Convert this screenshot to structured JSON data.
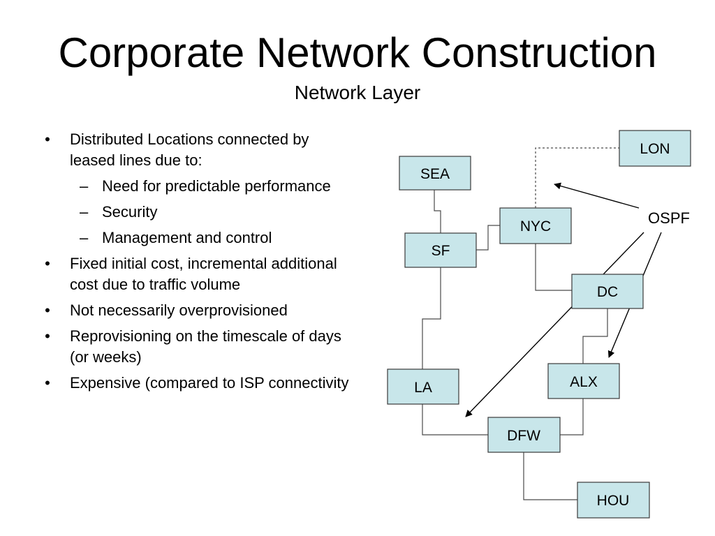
{
  "slide": {
    "title": "Corporate Network Construction",
    "subtitle": "Network Layer"
  },
  "bullets": [
    {
      "level": 1,
      "text": "Distributed Locations connected by leased lines due to:"
    },
    {
      "level": 2,
      "text": "Need for predictable performance"
    },
    {
      "level": 2,
      "text": "Security"
    },
    {
      "level": 2,
      "text": "Management and control"
    },
    {
      "level": 1,
      "text": "Fixed initial cost, incremental additional cost due to traffic volume"
    },
    {
      "level": 1,
      "text": "Not necessarily overprovisioned"
    },
    {
      "level": 1,
      "text": "Reprovisioning on the timescale of days (or weeks)"
    },
    {
      "level": 1,
      "text": "Expensive (compared to ISP connectivity"
    }
  ],
  "markers": {
    "level1": "•",
    "level2": "–"
  },
  "diagram": {
    "nodes": {
      "sea": "SEA",
      "sf": "SF",
      "nyc": "NYC",
      "lon": "LON",
      "dc": "DC",
      "alx": "ALX",
      "la": "LA",
      "dfw": "DFW",
      "hou": "HOU"
    },
    "annotation": "OSPF",
    "colors": {
      "node_fill": "#c8e6ea",
      "node_border": "#3a3a3a"
    }
  }
}
